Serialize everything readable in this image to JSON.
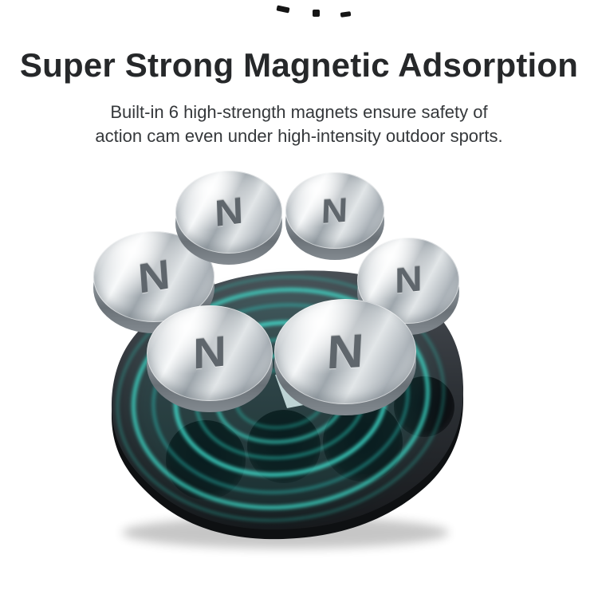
{
  "header": {
    "title": "Super Strong Magnetic Adsorption",
    "subtitle_line1": "Built-in 6 high-strength magnets ensure safety of",
    "subtitle_line2": "action cam even under high-intensity outdoor sports."
  },
  "graphic": {
    "magnet_count": 6,
    "magnets": [
      {
        "label": "N"
      },
      {
        "label": "N"
      },
      {
        "label": "N"
      },
      {
        "label": "N"
      },
      {
        "label": "N"
      },
      {
        "label": "N"
      }
    ],
    "colors": {
      "glow_teal": "#3fe9d6",
      "pad_dark": "#24272b",
      "chrome_light": "#f2f4f6",
      "chrome_shadow": "#9aa2a8",
      "title_text": "#26282a",
      "subtitle_text": "#35383b"
    }
  }
}
